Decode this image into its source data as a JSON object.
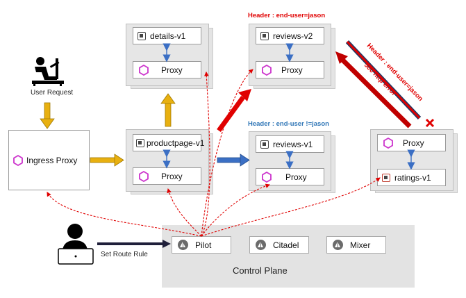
{
  "diagram": {
    "user_request_label": "User Request",
    "set_route_rule_label": "Set Route Rule",
    "ingress_label": "Ingress Proxy",
    "proxy_label": "Proxy",
    "details_label": "details-v1",
    "reviews_v2_label": "reviews-v2",
    "reviews_v1_label": "reviews-v1",
    "productpage_label": "productpage-v1",
    "ratings_label": "ratings-v1",
    "control_plane_label": "Control Plane",
    "pilot_label": "Pilot",
    "citadel_label": "Citadel",
    "mixer_label": "Mixer",
    "header_jason": "Header : end-user=jason",
    "header_not_jason": "Header : end-user !=jason",
    "diag_header_jason": "Header : end-user=jason",
    "error_500": "500 http error",
    "colors": {
      "red": "#e00000",
      "blue": "#2e75b6",
      "gold": "#e8b010",
      "navy": "#1f3864",
      "proxy_hex": "#cc33cc"
    }
  }
}
